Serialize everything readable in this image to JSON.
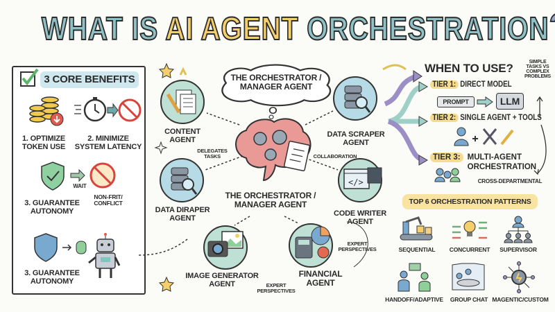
{
  "title": {
    "part1": "WHAT IS ",
    "part2": "AI AGENT",
    "part3": " ORCHESTRATION",
    "mark": "?"
  },
  "colors": {
    "teal": "#8fc1c6",
    "yellow": "#f4cf6b",
    "blue": "#90a9c9",
    "agent_circle": "#bfe0d4",
    "brain": "#e99a96"
  },
  "benefits": {
    "header": "3 CORE BENEFITS",
    "items": [
      {
        "label": "1. OPTIMIZE TOKEN USE",
        "icon": "coins-down-icon"
      },
      {
        "label": "2. MINIMIZE SYSTEM LATENCY",
        "icon": "stopwatch-icon"
      },
      {
        "label": "3. GUARANTEE AUTONOMY",
        "icon": "shield-check-icon",
        "arrow_label": "WAIT",
        "side_label": "NON-FRIT/ CONFLICT"
      },
      {
        "label": "3. GUARANTEE AUTONOMY",
        "icon": "shield-robot-icon"
      }
    ]
  },
  "center": {
    "cloud": "THE ORCHESTRATOR / MANAGER AGENT",
    "main_label": "THE ORCHESTRATOR / MANAGER AGENT",
    "delegates": "DELEGATES TASKS",
    "collaboration": "COLLABORATION",
    "expert1": "EXPERT PERSPECTIVES",
    "expert2": "EXPERT PERSPECTIVES",
    "agents": [
      {
        "label": "CONTENT AGENT",
        "icon": "document-pencil-icon"
      },
      {
        "label": "DATA SCRAPER AGENT",
        "icon": "database-search-icon"
      },
      {
        "label": "DATA DIRAPER AGENT",
        "icon": "database-search-icon"
      },
      {
        "label": "CODE WRITER AGENT",
        "icon": "code-window-icon"
      },
      {
        "label": "IMAGE GENERATOR AGENT",
        "icon": "camera-image-icon"
      },
      {
        "label": "FINANCIAL AGENT",
        "icon": "calculator-chart-icon"
      }
    ]
  },
  "when": {
    "title": "WHEN TO USE?",
    "side": "SIMPLE TASKS VS COMPLEX PROBLEMS",
    "tiers": [
      {
        "tag": "TIER 1:",
        "label": "DIRECT MODEL"
      },
      {
        "tag": "TIER 2:",
        "label": "SINGLE AGENT + TOOLS"
      },
      {
        "tag": "TIER 3:",
        "label": "MULTI-AGENT ORCHESTRATION"
      }
    ],
    "prompt": "PROMPT",
    "llm": "LLM",
    "cross": "CROSS-DEPARTMENTAL"
  },
  "patterns": {
    "title": "TOP 6 ORCHESTRATION PATTERNS",
    "items": [
      {
        "label": "SEQUENTIAL",
        "icon": "assembly-line-icon"
      },
      {
        "label": "CONCURRENT",
        "icon": "lightbulb-arrows-icon"
      },
      {
        "label": "SUPERVISOR",
        "icon": "hierarchy-icon"
      },
      {
        "label": "HANDOFF/ADAPTIVE",
        "icon": "people-talking-icon"
      },
      {
        "label": "GROUP CHAT",
        "icon": "meeting-icon"
      },
      {
        "label": "MAGENTIC/CUSTOM",
        "icon": "circuit-gear-icon"
      }
    ]
  }
}
